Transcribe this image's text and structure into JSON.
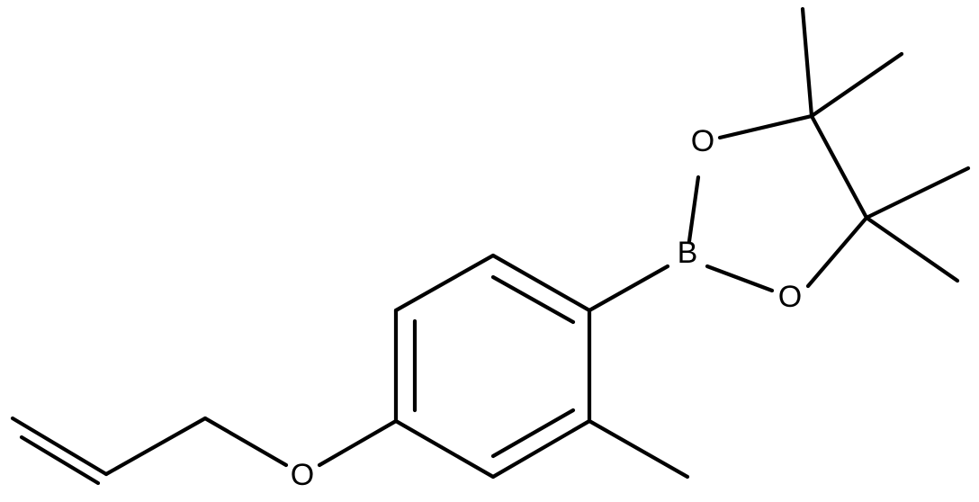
{
  "molecule": {
    "atoms": {
      "boron": "B",
      "oxygen_ring_top": "O",
      "oxygen_ring_bottom": "O",
      "oxygen_ether": "O"
    }
  }
}
